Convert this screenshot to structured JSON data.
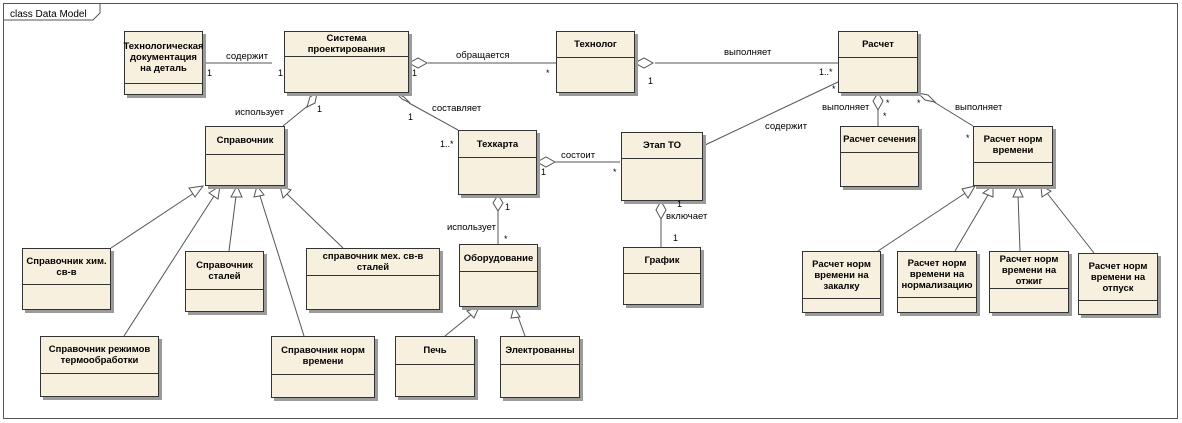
{
  "diagram": {
    "title": "class Data Model",
    "classes": {
      "tech_doc": "Технологическая документация на деталь",
      "cad_system": "Система проектирования",
      "technologist": "Технолог",
      "calculation": "Расчет",
      "reference": "Справочник",
      "tech_card": "Техкарта",
      "stage_to": "Этап ТО",
      "section_calc": "Расчет сечения",
      "time_norm_calc": "Расчет норм времени",
      "ref_chem": "Справочник хим. св-в",
      "ref_steel": "Справочник сталей",
      "ref_mech": "справочник мех. св-в сталей",
      "ref_heat_modes": "Справочник режимов термообработки",
      "ref_time_norm": "Справочник норм времени",
      "equipment": "Оборудование",
      "furnace": "Печь",
      "electro_bath": "Электрованны",
      "graph": "График",
      "calc_quench": "Расчет норм времени на закалку",
      "calc_normalize": "Расчет норм времени на нормализацию",
      "calc_anneal": "Расчет норм времени на отжиг",
      "calc_temper": "Расчет норм времени на отпуск"
    },
    "labels": {
      "contains1": "содержит",
      "addresses": "обращается",
      "performs1": "выполняет",
      "uses1": "использует",
      "composes": "составляет",
      "performs2": "выполняет",
      "performs3": "выполняет",
      "contains2": "содержит",
      "consists": "состоит",
      "uses2": "использует",
      "includes": "включает"
    },
    "multiplicities": {
      "m1": "1",
      "m2": "1",
      "m3": "1",
      "m4": "*",
      "m5": "1",
      "m6": "1..*",
      "m7": "1",
      "m8": "1",
      "m9": "1..*",
      "m10": "*",
      "m11": "*",
      "m12": "*",
      "m13": "*",
      "m14": "*",
      "m15": "1",
      "m16": "*",
      "m17": "1",
      "m18": "*",
      "m19": "1",
      "m20": "1"
    }
  }
}
